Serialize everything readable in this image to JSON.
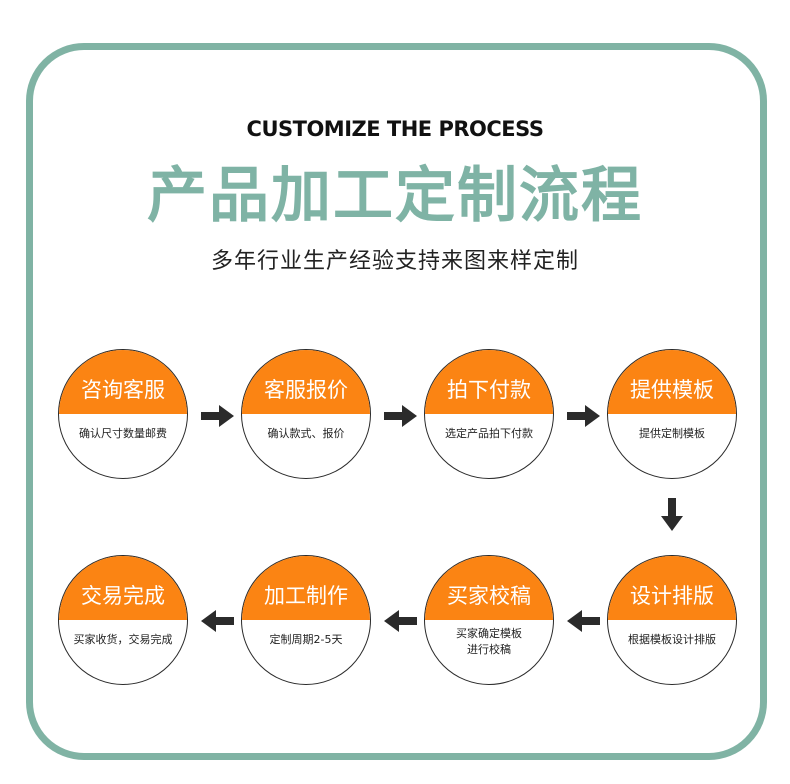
{
  "header": {
    "subtitle_en": "CUSTOMIZE THE PROCESS",
    "title_cn": "产品加工定制流程",
    "tagline_cn": "多年行业生产经验支持来图来样定制"
  },
  "colors": {
    "frame": "#80B3A4",
    "title": "#7FB3A5",
    "step_header": "#FB8413",
    "arrow": "#2b2b2b"
  },
  "steps": [
    {
      "title": "咨询客服",
      "desc": "确认尺寸数量邮费"
    },
    {
      "title": "客服报价",
      "desc": "确认款式、报价"
    },
    {
      "title": "拍下付款",
      "desc": "选定产品拍下付款"
    },
    {
      "title": "提供模板",
      "desc": "提供定制模板"
    },
    {
      "title": "设计排版",
      "desc": "根据模板设计排版"
    },
    {
      "title": "买家校稿",
      "desc": "买家确定模板\n进行校稿"
    },
    {
      "title": "加工制作",
      "desc": "定制周期2-5天"
    },
    {
      "title": "交易完成",
      "desc": "买家收货，交易完成"
    }
  ],
  "arrows": [
    {
      "icon": "arrow-right-icon"
    },
    {
      "icon": "arrow-right-icon"
    },
    {
      "icon": "arrow-right-icon"
    },
    {
      "icon": "arrow-down-icon"
    },
    {
      "icon": "arrow-left-icon"
    },
    {
      "icon": "arrow-left-icon"
    },
    {
      "icon": "arrow-left-icon"
    }
  ]
}
